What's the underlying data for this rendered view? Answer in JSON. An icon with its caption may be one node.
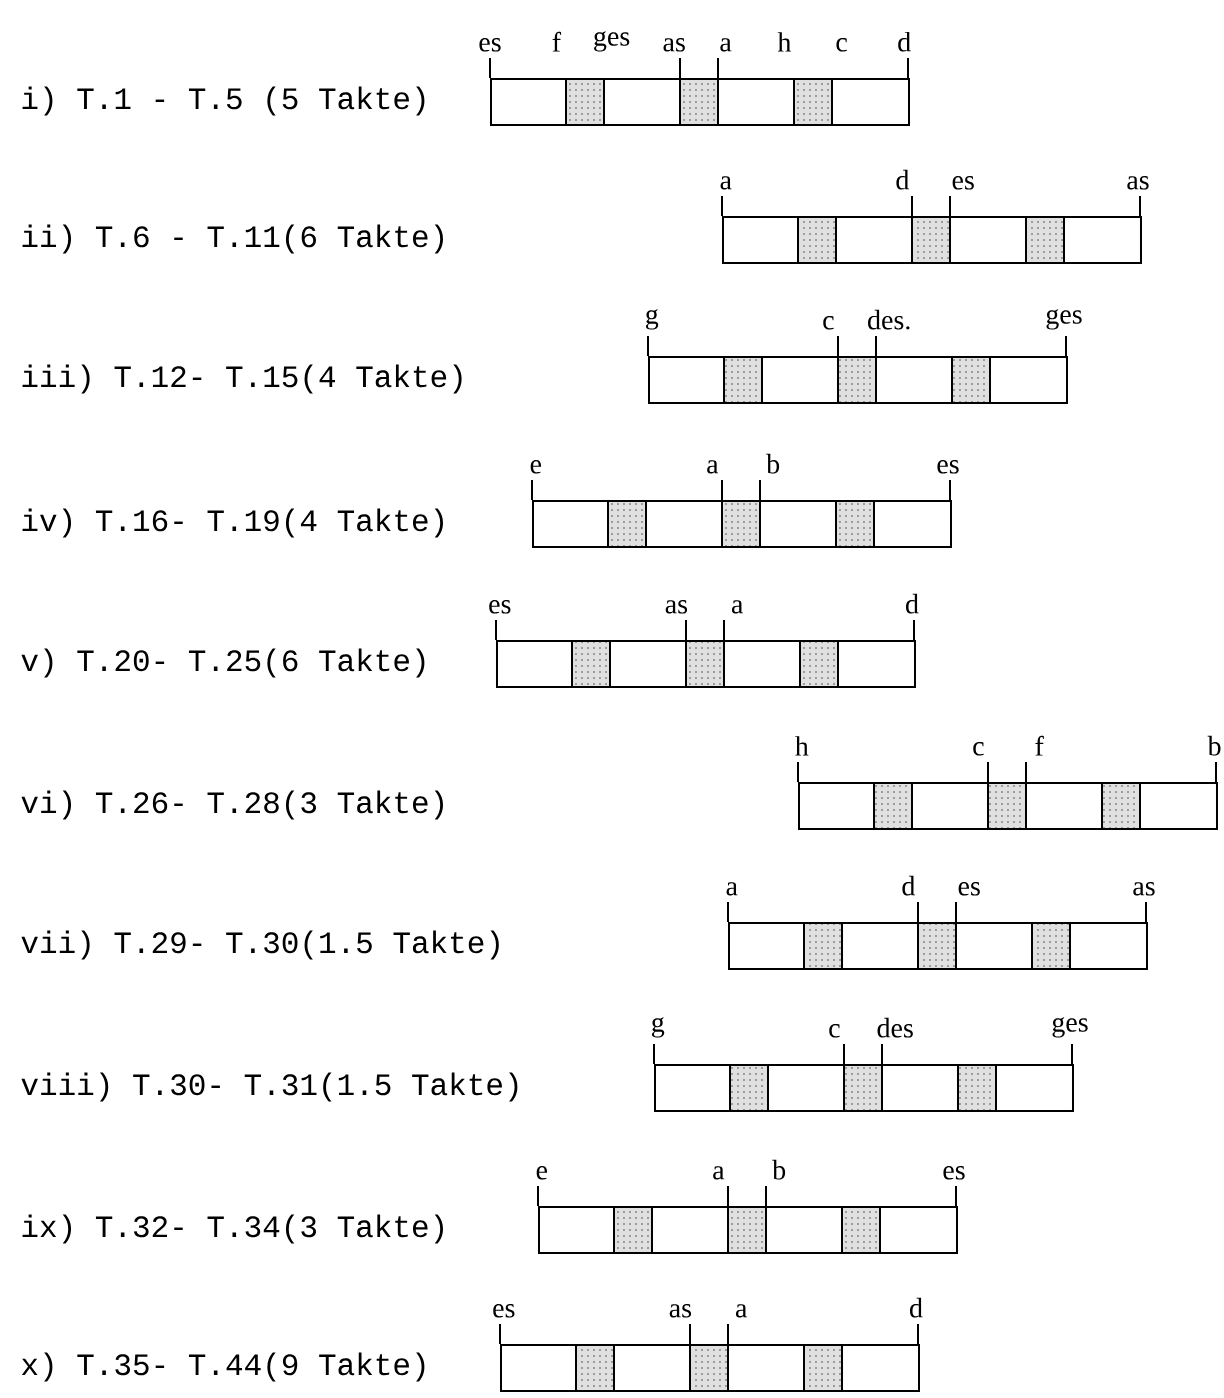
{
  "diagram": {
    "nodes": [
      {
        "text": [
          "es",
          "f",
          "ges",
          "as",
          "a",
          "h",
          "c",
          "d"
        ]
      },
      {
        "text": [
          "a",
          "d",
          "es",
          "as"
        ]
      },
      {
        "text": [
          "g",
          "c",
          "des.",
          "ges"
        ]
      },
      {
        "text": [
          "e",
          "a",
          "b",
          "es"
        ]
      },
      {
        "text": [
          "es",
          "as",
          "a",
          "d"
        ]
      },
      {
        "text": [
          "h",
          "c",
          "f",
          "b"
        ]
      },
      {
        "text": [
          "a",
          "d",
          "es",
          "as"
        ]
      },
      {
        "text": [
          "g",
          "c",
          "des",
          "ges"
        ]
      },
      {
        "text": [
          "e",
          "a",
          "b",
          "es"
        ]
      },
      {
        "text": [
          "es",
          "as",
          "a",
          "d"
        ]
      }
    ],
    "labels": [
      "i) T.1 - T.5 (5 Takte)",
      "ii) T.6 - T.11(6 Takte)",
      "iii) T.12- T.15(4 Takte)",
      "iv) T.16- T.19(4 Takte)",
      "v) T.20- T.25(6 Takte)",
      "vi) T.26- T.28(3 Takte)",
      "vii) T.29- T.30(1.5 Takte)",
      "viii) T.30- T.31(1.5 Takte)",
      "ix) T.32- T.34(3 Takte)",
      "x) T.35- T.44(9 Takte)"
    ]
  }
}
